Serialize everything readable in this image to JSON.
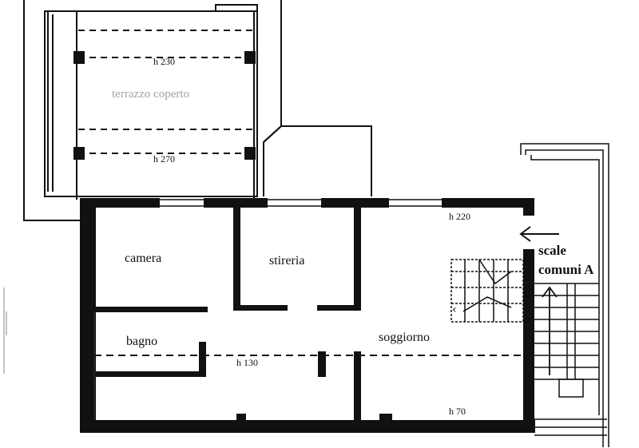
{
  "plan": {
    "rooms": {
      "terrace": "terrazzo coperto",
      "bedroom": "camera",
      "ironing": "stireria",
      "bathroom": "bagno",
      "living": "soggiorno"
    },
    "heights": {
      "terrace_top": "h 230",
      "terrace_bottom": "h 270",
      "exterior_wall": "h 220",
      "central": "h 130",
      "bottom": "h 70"
    },
    "stairs": {
      "line1": "scale",
      "line2": "comuni A"
    }
  }
}
